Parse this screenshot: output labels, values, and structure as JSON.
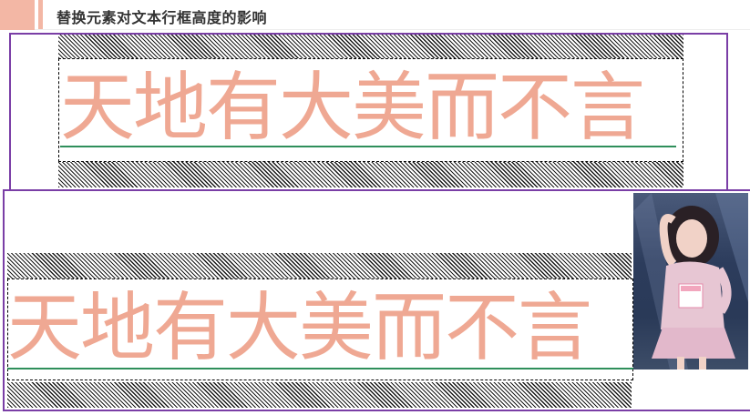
{
  "header": {
    "title": "替换元素对文本行框高度的影响"
  },
  "demo_top": {
    "text": "天地有大美而不言"
  },
  "demo_bottom": {
    "text": "天地有大美而不言",
    "image_alt": "photo-of-performer"
  },
  "colors": {
    "accent": "#f3b7a5",
    "text": "#efa893",
    "frame": "#7a3ea6",
    "baseline": "#2f8f5b"
  }
}
